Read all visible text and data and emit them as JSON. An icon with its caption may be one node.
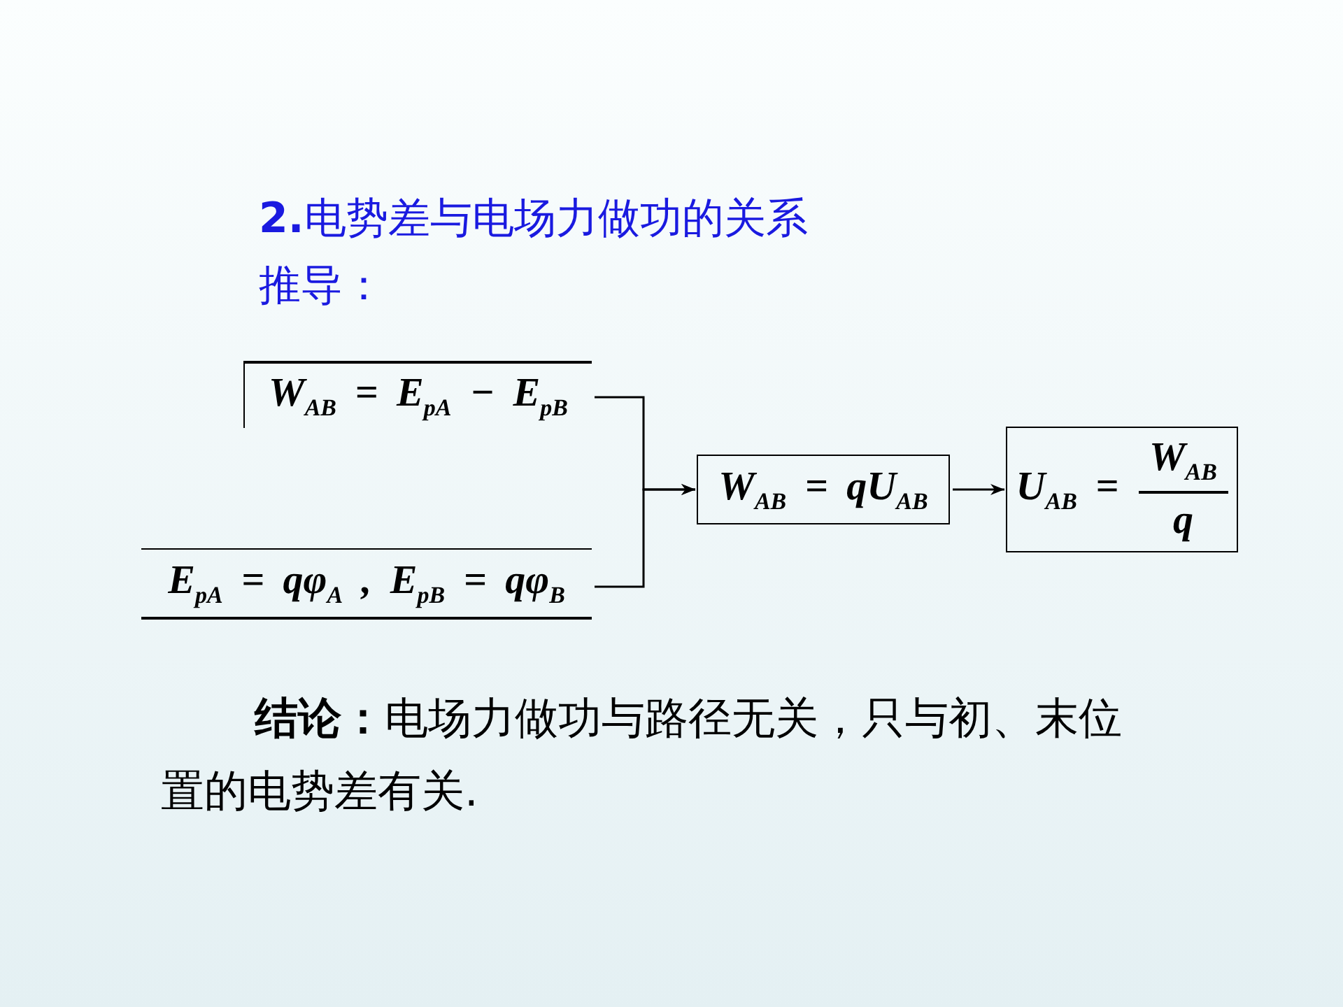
{
  "diagram": {
    "title": "**2.**电势差与电场力做功的关系",
    "nodes": [
      {
        "text": [
          "W$_{AB}$ = E$_{pA}$ − E$_{pB}$"
        ]
      },
      {
        "text": [
          "E$_{pA}$ = qφ$_{A}$ , E$_{pB}$ = qφ$_{B}$"
        ]
      },
      {
        "text": [
          "W$_{AB}$ = qU$_{AB}$"
        ]
      },
      {
        "text": [
          "U$_{AB}$ =",
          "W$_{AB}$",
          "q"
        ]
      }
    ],
    "edges": [
      {
        "from": 0,
        "to": 2,
        "arrow": "to"
      },
      {
        "from": 1,
        "to": 2,
        "arrow": "to"
      },
      {
        "from": 2,
        "to": 3,
        "arrow": "to"
      }
    ],
    "labels": [
      "推导：",
      "**结论：**电场力做功与路径无关，只与初、末位置的电势差有关."
    ]
  }
}
